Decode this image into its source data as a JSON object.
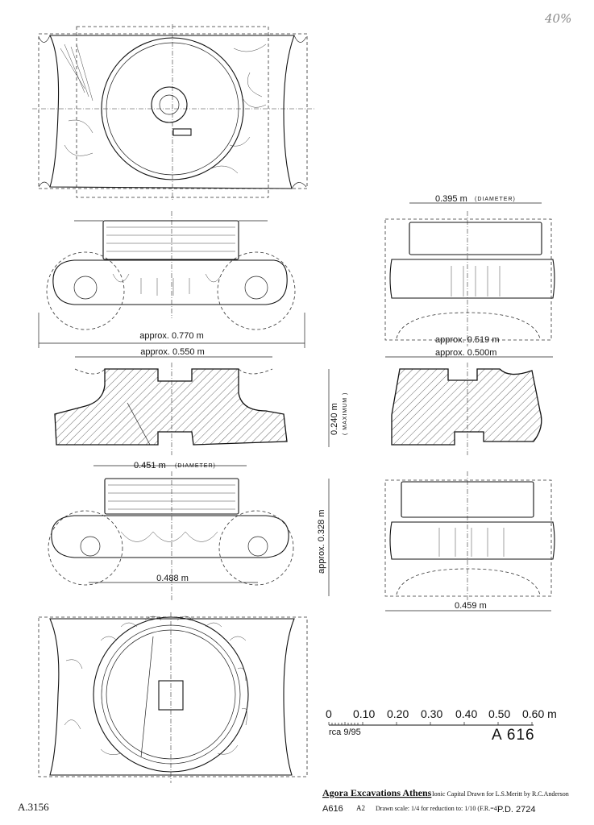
{
  "corner_note": "40%",
  "dimensions": {
    "d_0395": "0.395 m",
    "d_0395_note": "(DIAMETER)",
    "d_0770": "approx. 0.770 m",
    "d_0550": "approx. 0.550 m",
    "d_0519": "approx. 0.519 m",
    "d_0500": "approx. 0.500m",
    "d_0240": "0.240 m",
    "d_0240_note": "( MAXIMUM )",
    "d_0451": "0.451 m",
    "d_0451_note": "(DIAMETER)",
    "d_0328": "approx. 0.328 m",
    "d_0488": "0.488 m",
    "d_0459": "0.459 m"
  },
  "scale": {
    "ticks": [
      "0",
      "0.10",
      "0.20",
      "0.30",
      "0.40",
      "0.50",
      "0.60 m"
    ],
    "initials": "rca 9/95",
    "catalog": "A 616"
  },
  "footer": {
    "inventory": "A.3156",
    "title": "Agora Excavations Athens",
    "subtitle": "Ionic Capital Drawn for L.S.Meritt by R.C.Anderson",
    "code": "A616",
    "sheet": "A2",
    "drawn_scale": "Drawn scale: 1/4 for reduction to: 1/10 (F.R.=4)",
    "pd": "P.D. 2724"
  }
}
